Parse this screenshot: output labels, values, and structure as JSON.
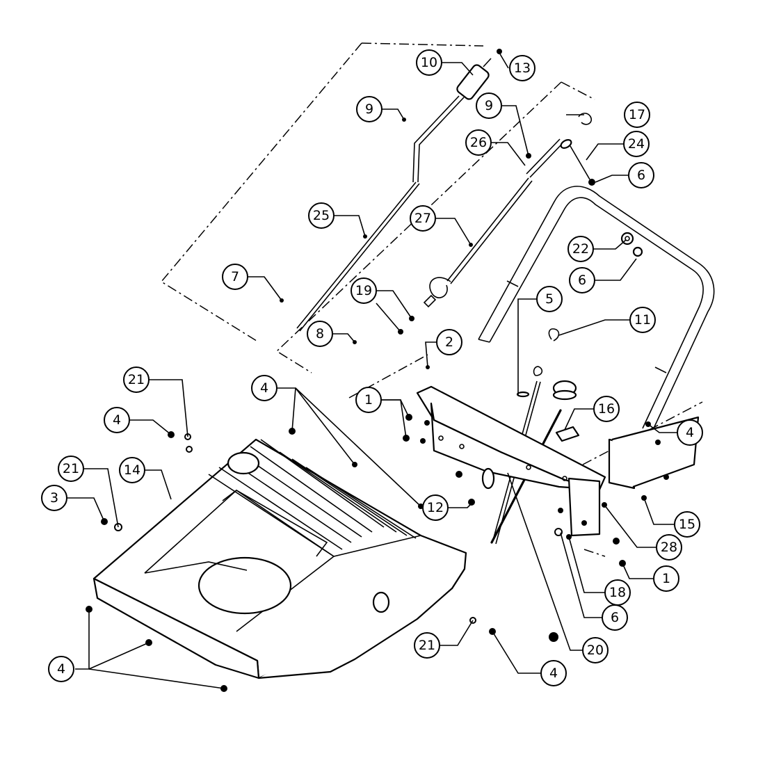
{
  "callouts": {
    "c1a": "1",
    "c1b": "1",
    "c2": "2",
    "c3": "3",
    "c4a": "4",
    "c4b": "4",
    "c4c": "4",
    "c4d": "4",
    "c4e": "4",
    "c5": "5",
    "c6a": "6",
    "c6b": "6",
    "c6c": "6",
    "c7": "7",
    "c8": "8",
    "c9a": "9",
    "c9b": "9",
    "c10": "10",
    "c11": "11",
    "c12": "12",
    "c13": "13",
    "c14": "14",
    "c15": "15",
    "c16": "16",
    "c17": "17",
    "c18": "18",
    "c19": "19",
    "c20": "20",
    "c21a": "21",
    "c21b": "21",
    "c21c": "21",
    "c22": "22",
    "c24": "24",
    "c25": "25",
    "c26": "26",
    "c27": "27",
    "c28": "28"
  }
}
